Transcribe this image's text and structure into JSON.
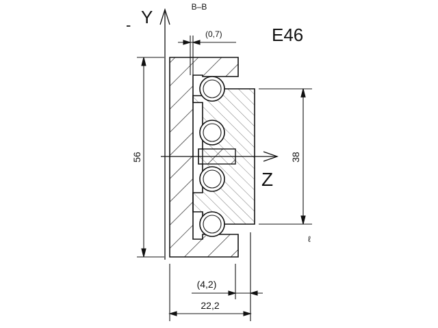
{
  "section_label": "B–B",
  "drawing_code": "E46",
  "axes": {
    "y_label": "Y",
    "y_prefix": "-",
    "z_label": "Z"
  },
  "dimensions": {
    "height_outer": "56",
    "height_inner": "38",
    "width_total": "22,2",
    "offset_bottom": "(4,2)",
    "gap_top": "(0,7)"
  },
  "stray_mark": "ℓ"
}
